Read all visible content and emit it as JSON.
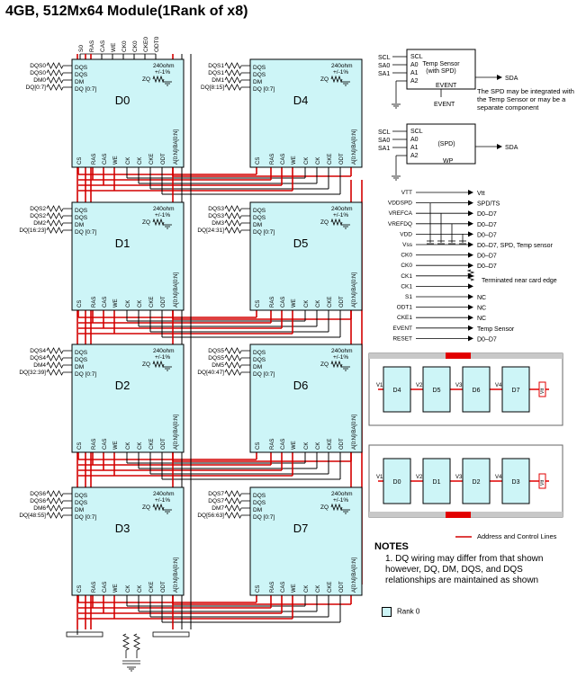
{
  "title": "4GB, 512Mx64 Module(1Rank of x8)",
  "colors": {
    "dram_fill": "#cdf5f7",
    "addr_lines": "#d40000",
    "wire": "#000000",
    "dimm_gray": "#c8c8c8"
  },
  "top_signals": [
    "S0",
    "RAS",
    "CAS",
    "WE",
    "CK0",
    "CK0",
    "CKE0",
    "ODT0"
  ],
  "bottom_labels": [
    "CS",
    "RAS",
    "CAS",
    "WE",
    "CK",
    "CK",
    "CKE",
    "ODT",
    "A[0:N]/BA[0:N]"
  ],
  "zq_text": {
    "ohm": "240ohm",
    "tol": "+/-1%",
    "zq": "ZQ"
  },
  "pin_names": [
    "DQS",
    "DQS",
    "DM",
    "DQ [0:7]"
  ],
  "drams": [
    {
      "name": "D0",
      "signals": [
        "DQS0",
        "DQS0",
        "DM0",
        "DQ[0:7]"
      ]
    },
    {
      "name": "D4",
      "signals": [
        "DQS1",
        "DQS1",
        "DM1",
        "DQ[8:15]"
      ]
    },
    {
      "name": "D1",
      "signals": [
        "DQS2",
        "DQS2",
        "DM2",
        "DQ[16:23]"
      ]
    },
    {
      "name": "D5",
      "signals": [
        "DQS3",
        "DQS3",
        "DM3",
        "DQ[24:31]"
      ]
    },
    {
      "name": "D2",
      "signals": [
        "DQS4",
        "DQS4",
        "DM4",
        "DQ[32:39]"
      ]
    },
    {
      "name": "D6",
      "signals": [
        "DQS5",
        "DQS5",
        "DM5",
        "DQ[40:47]"
      ]
    },
    {
      "name": "D3",
      "signals": [
        "DQS6",
        "DQS6",
        "DM6",
        "DQ[48:55]"
      ]
    },
    {
      "name": "D7",
      "signals": [
        "DQS7",
        "DQS7",
        "DM7",
        "DQ[56:63]"
      ]
    }
  ],
  "temp_sensor": {
    "pins": [
      "SCL",
      "A0",
      "A1",
      "A2"
    ],
    "inputs": [
      "SCL",
      "SA0",
      "SA1"
    ],
    "title": "Temp Sensor",
    "subtitle": "(with SPD)",
    "event_pin": "EVENT",
    "event_out": "EVENT",
    "sda": "SDA",
    "note": "The SPD may be integrated with the Temp Sensor or may be a separate component"
  },
  "spd": {
    "pins": [
      "SCL",
      "A0",
      "A1",
      "A2"
    ],
    "inputs": [
      "SCL",
      "SA0",
      "SA1"
    ],
    "title": "(SPD)",
    "sda": "SDA",
    "wp": "WP"
  },
  "power_table": [
    {
      "left": "VTT",
      "right": "Vtt"
    },
    {
      "left": "VDDSPD",
      "right": "SPD/TS"
    },
    {
      "left": "VREFCA",
      "right": "D0–D7"
    },
    {
      "left": "VREFDQ",
      "right": "D0–D7"
    },
    {
      "left": "VDD",
      "right": "D0–D7"
    },
    {
      "left": "Vss",
      "right": "D0–D7, SPD, Temp sensor"
    },
    {
      "left": "CK0",
      "right": "D0–D7"
    },
    {
      "left": "CK0",
      "right": "D0–D7"
    },
    {
      "left": "CK1",
      "right": ""
    },
    {
      "left": "CK1",
      "right": ""
    },
    {
      "left": "S1",
      "right": "NC"
    },
    {
      "left": "ODT1",
      "right": "NC"
    },
    {
      "left": "CKE1",
      "right": "NC"
    },
    {
      "left": "EVENT",
      "right": "Temp Sensor"
    },
    {
      "left": "RESET",
      "right": "D0–D7"
    }
  ],
  "terminated_note": "Terminated near card edge",
  "dimm": {
    "top_chips": [
      "D4",
      "D5",
      "D6",
      "D7"
    ],
    "bottom_chips": [
      "D0",
      "D1",
      "D2",
      "D3"
    ],
    "v_labels": [
      "V1",
      "V2",
      "V3",
      "V4"
    ],
    "vtt_label": "Vtt",
    "legend_line": "Address and Control Lines"
  },
  "notes": {
    "title": "NOTES",
    "items": [
      "1.  DQ wiring may differ from that shown however, DQ, DM, DQS, and DQS relationships are maintained as shown"
    ]
  },
  "legend": {
    "label": "Rank 0"
  }
}
